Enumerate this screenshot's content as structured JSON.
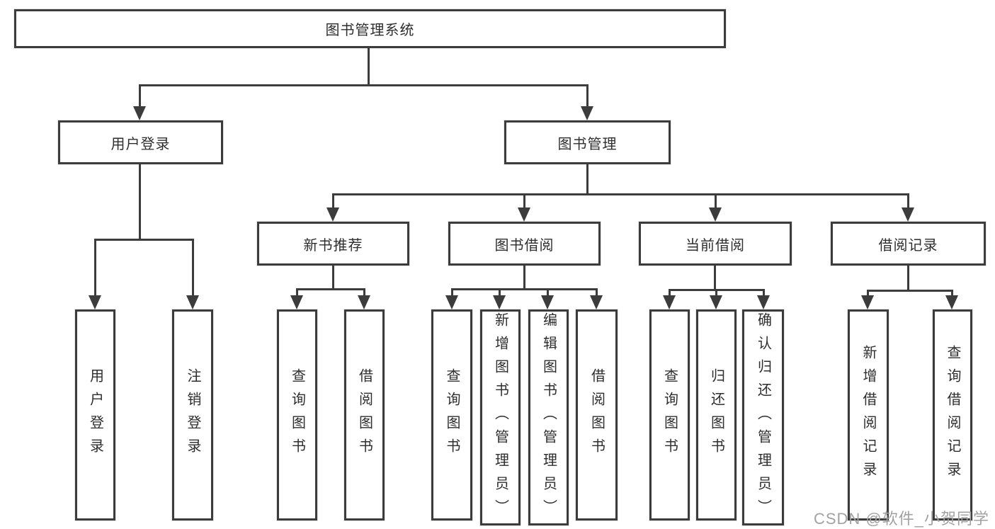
{
  "tree": {
    "root": {
      "label": "图书管理系统"
    },
    "branches": [
      {
        "label": "用户登录",
        "leaves": [
          "用户登录",
          "注销登录"
        ]
      },
      {
        "label": "图书管理",
        "groups": [
          {
            "label": "新书推荐",
            "leaves": [
              "查询图书",
              "借阅图书"
            ]
          },
          {
            "label": "图书借阅",
            "leaves": [
              "查询图书",
              "新增图书（管理员）",
              "编辑图书（管理员）",
              "借阅图书"
            ]
          },
          {
            "label": "当前借阅",
            "leaves": [
              "查询图书",
              "归还图书",
              "确认归还（管理员）"
            ]
          },
          {
            "label": "借阅记录",
            "leaves": [
              "新增借阅记录",
              "查询借阅记录"
            ]
          }
        ]
      }
    ]
  },
  "watermark": {
    "text": "CSDN @软件_小贺同学"
  },
  "colors": {
    "line": "#3c3c3c",
    "box_border": "#3c3c3c",
    "text": "#2e2e2e",
    "background": "#ffffff",
    "watermark": "#a2a2a2"
  }
}
